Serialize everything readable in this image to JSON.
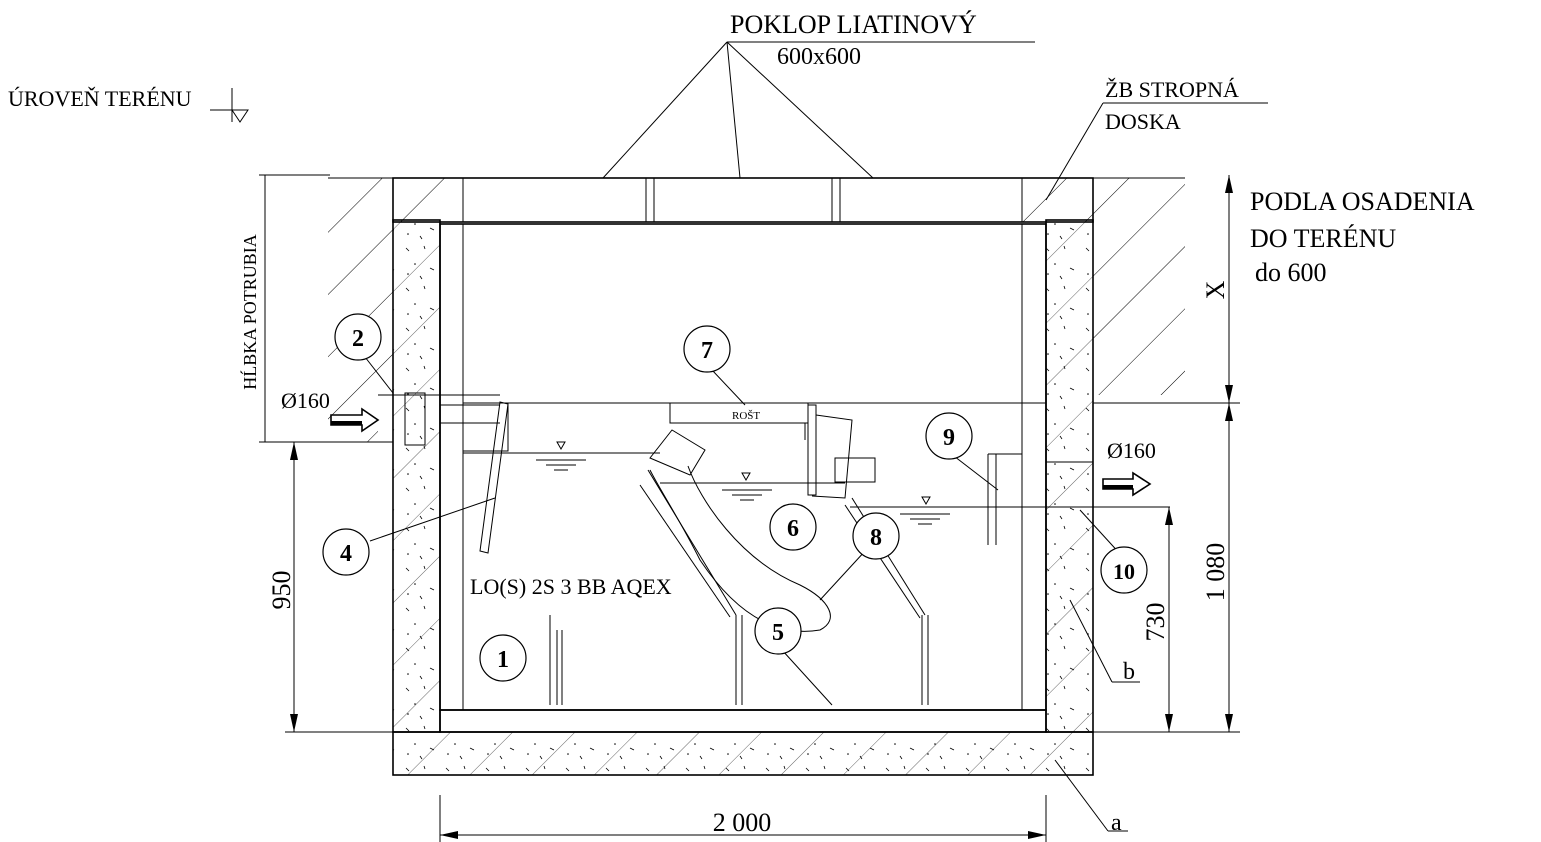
{
  "labels": {
    "cover_title": "POKLOP LIATINOVÝ",
    "cover_size": "600x600",
    "terrain_level": "ÚROVEŇ TERÉNU",
    "slab_line1": "ŽB STROPNÁ",
    "slab_line2": "DOSKA",
    "depends_line1": "PODLA OSADENIA",
    "depends_line2": "DO TERÉNU",
    "depends_line3": "do 600",
    "x_symbol": "X",
    "pipe_depth": "HĹBKA POTRUBIA",
    "inlet_diameter": "Ø160",
    "outlet_diameter": "Ø160",
    "grate": "ROŠT",
    "model": "LO(S) 2S 3 BB AQEX",
    "note_a": "a",
    "note_b": "b"
  },
  "dimensions": {
    "width": "2 000",
    "inlet_height": "950",
    "outlet_height": "730",
    "total_height": "1 080"
  },
  "callouts": [
    "1",
    "2",
    "4",
    "5",
    "6",
    "7",
    "8",
    "9",
    "10"
  ]
}
